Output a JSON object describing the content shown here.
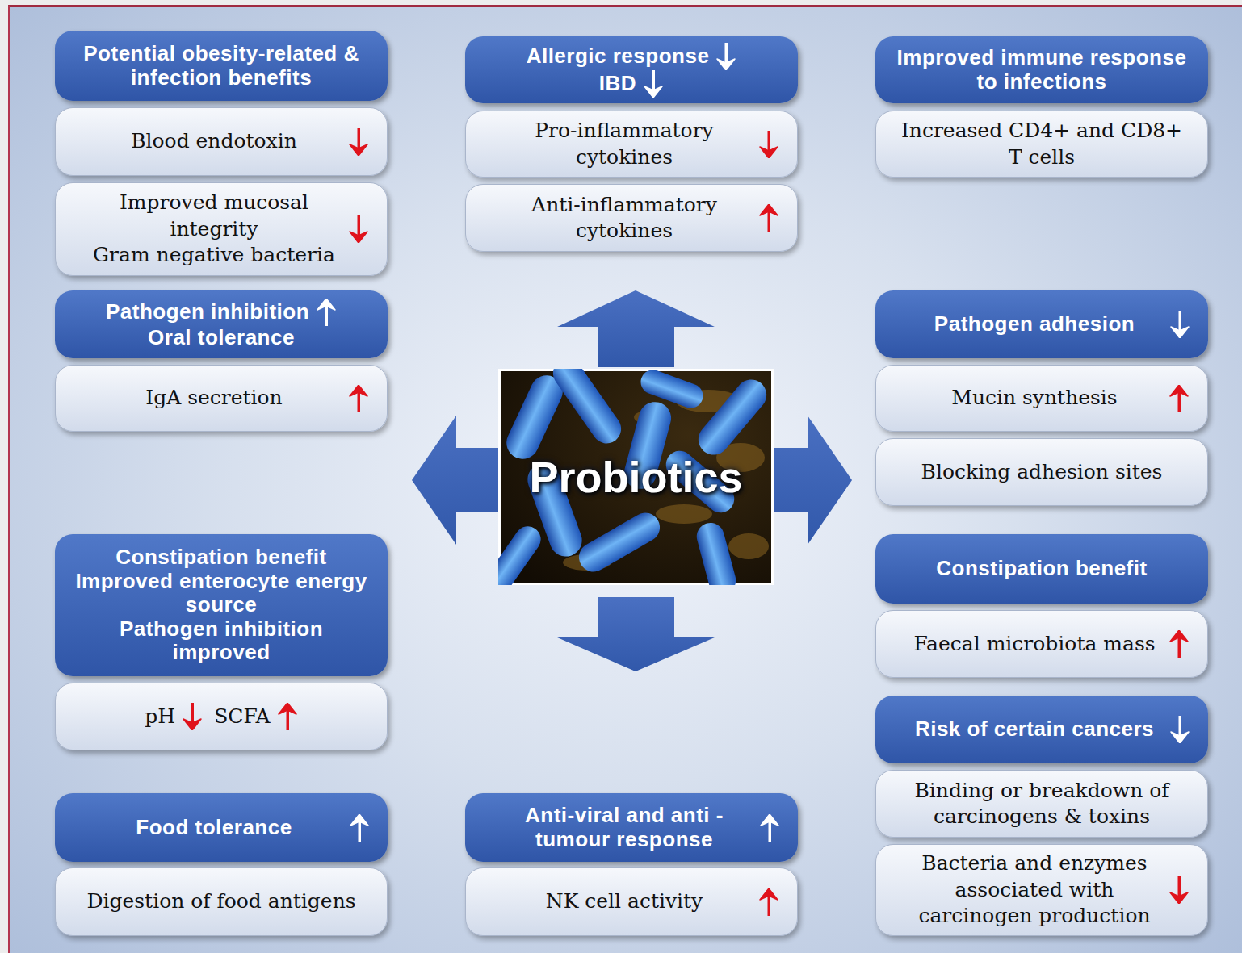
{
  "diagram": {
    "nodes": [
      {
        "text": [
          "Potential obesity-related & infection benefits"
        ]
      },
      {
        "text": [
          "Blood endotoxin"
        ]
      },
      {
        "text": [
          "Improved mucosal integrity",
          "Gram negative bacteria"
        ]
      },
      {
        "text": [
          "Pathogen inhibition",
          "Oral tolerance"
        ]
      },
      {
        "text": [
          "IgA secretion"
        ]
      },
      {
        "text": [
          "Constipation benefit",
          "Improved enterocyte energy source",
          "Pathogen inhibition improved"
        ]
      },
      {
        "text": [
          "pH",
          "SCFA"
        ]
      },
      {
        "text": [
          "Food tolerance"
        ]
      },
      {
        "text": [
          "Digestion of food antigens"
        ]
      },
      {
        "text": [
          "Allergic response",
          "IBD"
        ]
      },
      {
        "text": [
          "Pro-inflammatory cytokines"
        ]
      },
      {
        "text": [
          "Anti-inflammatory cytokines"
        ]
      },
      {
        "text": [
          "Probiotics"
        ]
      },
      {
        "text": [
          "Anti-viral and anti -tumour response"
        ]
      },
      {
        "text": [
          "NK cell activity"
        ]
      },
      {
        "text": [
          "Improved immune response to infections"
        ]
      },
      {
        "text": [
          "Increased CD4+ and CD8+ T cells"
        ]
      },
      {
        "text": [
          "Pathogen adhesion"
        ]
      },
      {
        "text": [
          "Mucin synthesis"
        ]
      },
      {
        "text": [
          "Blocking adhesion sites"
        ]
      },
      {
        "text": [
          "Constipation benefit"
        ]
      },
      {
        "text": [
          "Faecal microbiota mass"
        ]
      },
      {
        "text": [
          "Risk of certain cancers"
        ]
      },
      {
        "text": [
          "Binding or breakdown of carcinogens & toxins"
        ]
      },
      {
        "text": [
          "Bacteria and enzymes associated with carcinogen production"
        ]
      }
    ]
  }
}
